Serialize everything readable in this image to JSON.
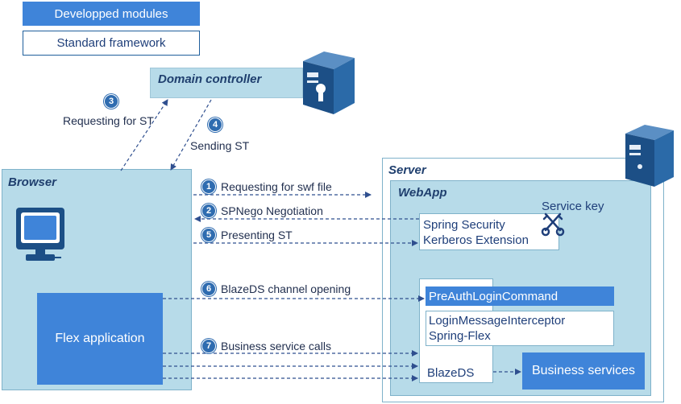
{
  "legend": {
    "developed": "Developped modules",
    "standard": "Standard framework"
  },
  "domain_controller": {
    "label": "Domain controller"
  },
  "browser": {
    "label": "Browser",
    "flex_app": "Flex application"
  },
  "server": {
    "label": "Server",
    "webapp": {
      "label": "WebApp",
      "spring_security": [
        "Spring Security",
        "Kerberos Extension"
      ],
      "service_key": "Service key",
      "preauth": "PreAuthLoginCommand",
      "login_message": [
        "LoginMessageInterceptor",
        "Spring-Flex"
      ],
      "blazeds": "BlazeDS",
      "business_services": "Business services"
    }
  },
  "steps": [
    {
      "num": "1",
      "label": "Requesting for swf file"
    },
    {
      "num": "2",
      "label": "SPNego Negotiation"
    },
    {
      "num": "3",
      "label": "Requesting for ST"
    },
    {
      "num": "4",
      "label": "Sending ST"
    },
    {
      "num": "5",
      "label": "Presenting ST"
    },
    {
      "num": "6",
      "label": "BlazeDS channel opening"
    },
    {
      "num": "7",
      "label": "Business service calls"
    }
  ],
  "colors": {
    "developed": "#3f84d9",
    "container": "#b7dbe9",
    "arrow": "#2f4f8f",
    "badge": "#2f6cb0"
  },
  "icons": [
    "server-icon",
    "monitor-icon",
    "key-icon"
  ]
}
